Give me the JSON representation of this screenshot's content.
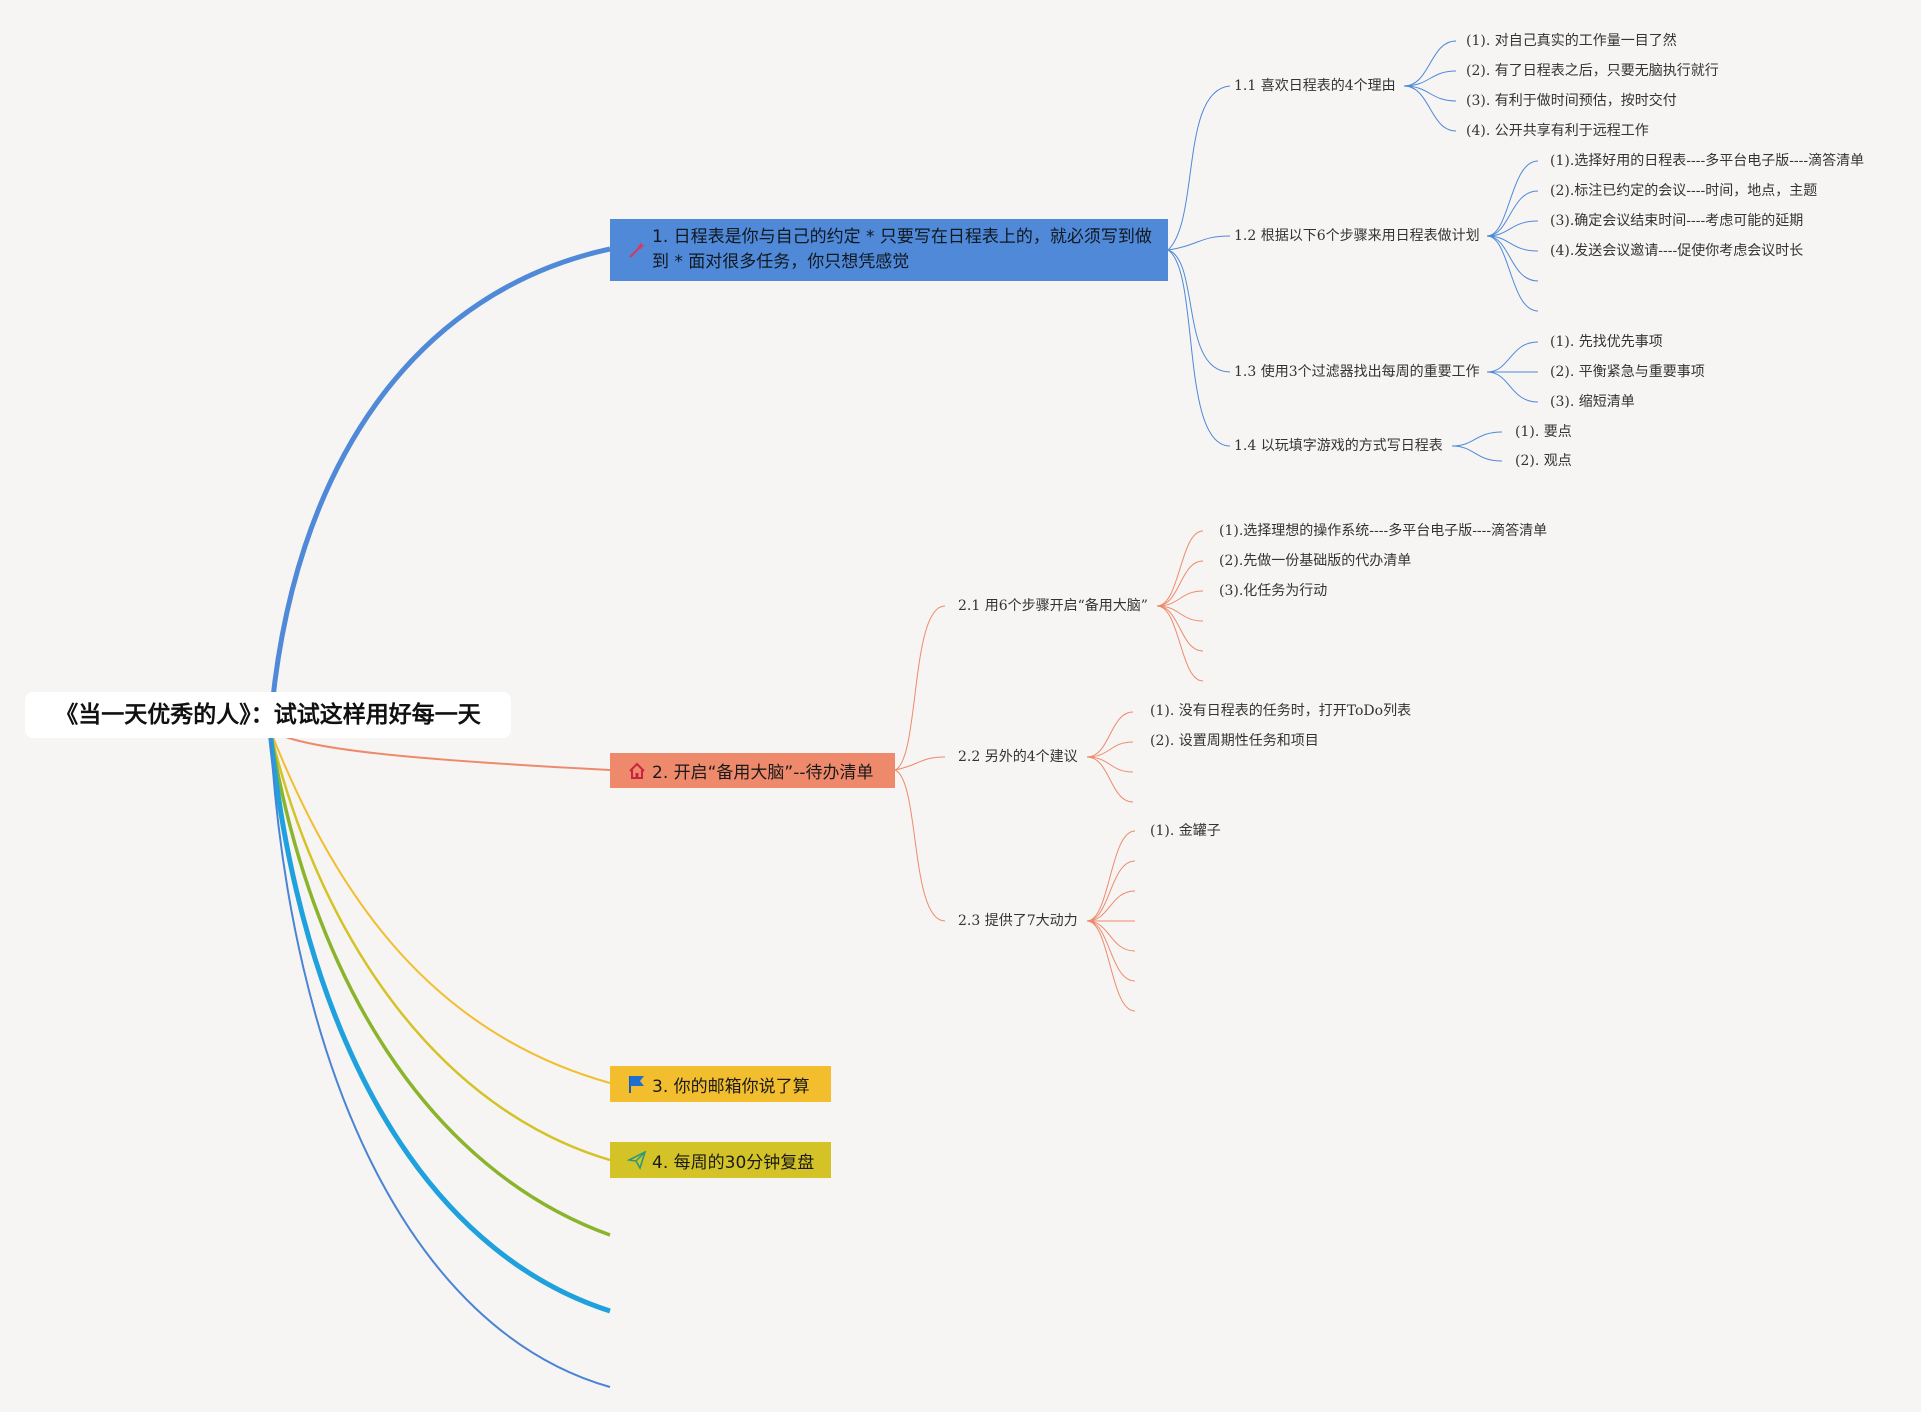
{
  "root": {
    "title": "《当一天优秀的人》：试试这样用好每一天"
  },
  "colors": {
    "blue": "#4f89d8",
    "orange": "#ee8a6b",
    "yellow": "#f2be2e",
    "olive": "#d4c327",
    "green": "#8ab42b",
    "cyan": "#1ea1dd",
    "lightblue": "#4a84d4"
  },
  "topic1": {
    "label": "1. 日程表是你与自己的约定 * 只要写在日程表上的，就必须写到做到 * 面对很多任务，你只想凭感觉",
    "icon": "magic-wand-icon",
    "s11": {
      "label": "1.1 喜欢日程表的4个理由",
      "items": [
        "(1). 对自己真实的工作量一目了然",
        "(2). 有了日程表之后，只要无脑执行就行",
        "(3). 有利于做时间预估，按时交付",
        "(4). 公开共享有利于远程工作"
      ]
    },
    "s12": {
      "label": "1.2 根据以下6个步骤来用日程表做计划",
      "items": [
        "(1).选择好用的日程表----多平台电子版----滴答清单",
        "(2).标注已约定的会议----时间，地点，主题",
        "(3).确定会议结束时间----考虑可能的延期",
        "(4).发送会议邀请----促使你考虑会议时长"
      ]
    },
    "s13": {
      "label": "1.3 使用3个过滤器找出每周的重要工作",
      "items": [
        "(1). 先找优先事项",
        "(2). 平衡紧急与重要事项",
        "(3). 缩短清单"
      ]
    },
    "s14": {
      "label": "1.4 以玩填字游戏的方式写日程表",
      "items": [
        "(1). 要点",
        "(2). 观点"
      ]
    }
  },
  "topic2": {
    "label": "2. 开启“备用大脑”--待办清单",
    "icon": "house-icon",
    "s21": {
      "label": "2.1 用6个步骤开启“备用大脑”",
      "items": [
        "(1).选择理想的操作系统----多平台电子版----滴答清单",
        "(2).先做一份基础版的代办清单",
        "(3).化任务为行动"
      ]
    },
    "s22": {
      "label": "2.2 另外的4个建议",
      "items": [
        "(1). 没有日程表的任务时，打开ToDo列表",
        "(2). 设置周期性任务和项目"
      ]
    },
    "s23": {
      "label": "2.3 提供了7大动力",
      "items": [
        "(1). 金罐子"
      ]
    }
  },
  "topic3": {
    "label": "3. 你的邮箱你说了算",
    "icon": "flag-icon"
  },
  "topic4": {
    "label": "4. 每周的30分钟复盘",
    "icon": "paper-plane-icon"
  }
}
